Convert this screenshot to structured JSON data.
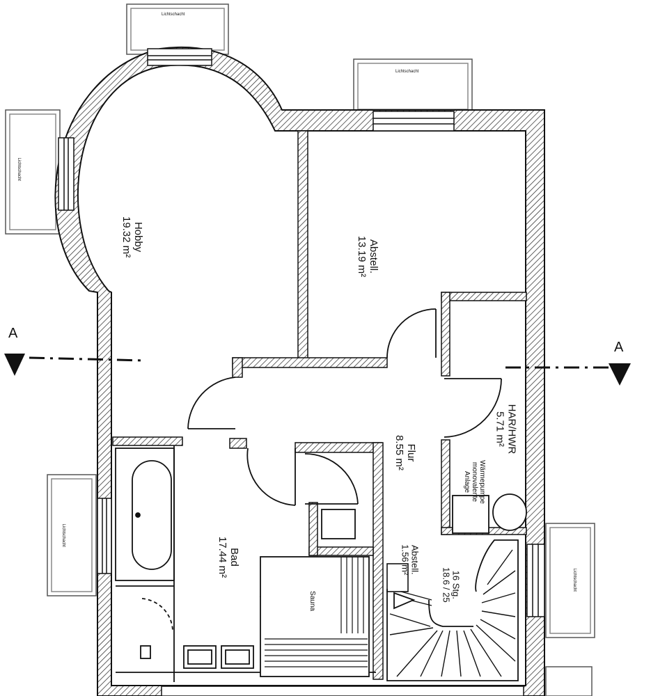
{
  "rooms": {
    "hobby": {
      "name": "Hobby",
      "area": "19.32 m²"
    },
    "abstell_main": {
      "name": "Abstell.",
      "area": "13.19 m²"
    },
    "har_hwr": {
      "name": "HAR/HWR",
      "area": "5.71 m²"
    },
    "flur": {
      "name": "Flur",
      "area": "8.55 m²"
    },
    "bad": {
      "name": "Bad",
      "area": "17.44 m²"
    },
    "abstell_small": {
      "name": "Abstell.",
      "area": "1.56 m²"
    }
  },
  "equipment": {
    "waermepumpe_line1": "Wärmepumpe",
    "waermepumpe_line2": "monovalente",
    "waermepumpe_line3": "Anlage",
    "sauna": "Sauna"
  },
  "stairs": {
    "steps": "16 Stg.",
    "ratio": "18.6 / 25"
  },
  "section_marks": {
    "left": "A",
    "right": "A"
  },
  "light_well_label": "Lichtschacht",
  "colors": {
    "wall_hatch": "#222222",
    "line": "#1a1a1a",
    "background": "#ffffff"
  }
}
